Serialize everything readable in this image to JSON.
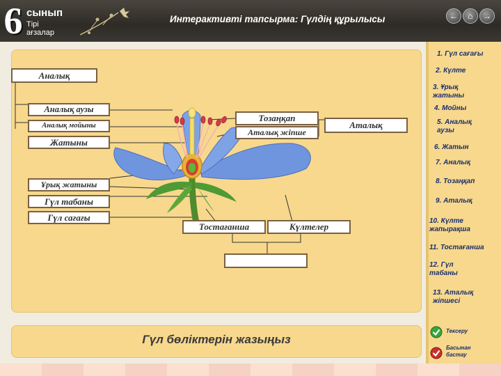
{
  "header": {
    "grade_number": "6",
    "grade_label": "сынып",
    "subject": "Тірі ағзалар",
    "title": "Интерактивті тапсырма: Гүлдің құрылысы",
    "nav": {
      "back_symbol": "←",
      "home_symbol": "⌂",
      "forward_symbol": "→"
    }
  },
  "diagram": {
    "labels": {
      "pistil": "Аналық",
      "stigma": "Аналық аузы",
      "style": "Аналық мойыны",
      "ovary": "Жатыны",
      "ovule": "Ұрық жатыны",
      "receptacle": "Гүл табаны",
      "peduncle": "Гүл сағағы",
      "anther": "Тозаңқап",
      "filament": "Аталық жіпше",
      "stamen": "Аталық",
      "sepals": "Тостағанша",
      "petals": "Күлтелер",
      "answer_box": ""
    }
  },
  "sidebar": {
    "items": [
      {
        "label": "1. Гүл сағағы"
      },
      {
        "label": "2. Күлте"
      },
      {
        "label": "3. Ұрық\nжатыны"
      },
      {
        "label": "4. Мойны"
      },
      {
        "label": "5. Аналық\nаузы"
      },
      {
        "label": "6. Жатын"
      },
      {
        "label": "7. Аналық"
      },
      {
        "label": "8. Тозаңқап"
      },
      {
        "label": "9. Аталық"
      },
      {
        "label": "10. Күлте\nжапырақша"
      },
      {
        "label": "11. Тостағанша"
      },
      {
        "label": "12. Гүл\nтабаны"
      },
      {
        "label": "13. Аталық\nжіпшесі"
      }
    ],
    "check_label": "Тексеру",
    "restart_label": "Басынан\nбастау"
  },
  "bottom": {
    "instruction": "Гүл бөліктерін жазыңыз"
  },
  "colors": {
    "panel": "#f7d88d",
    "header": "#34312c",
    "sidebar_text": "#1a2f6b",
    "check_green": "#3aa63a",
    "restart_red": "#c8322a",
    "petal_blue": "#6f95df",
    "stamen_red": "#d63a4a"
  }
}
